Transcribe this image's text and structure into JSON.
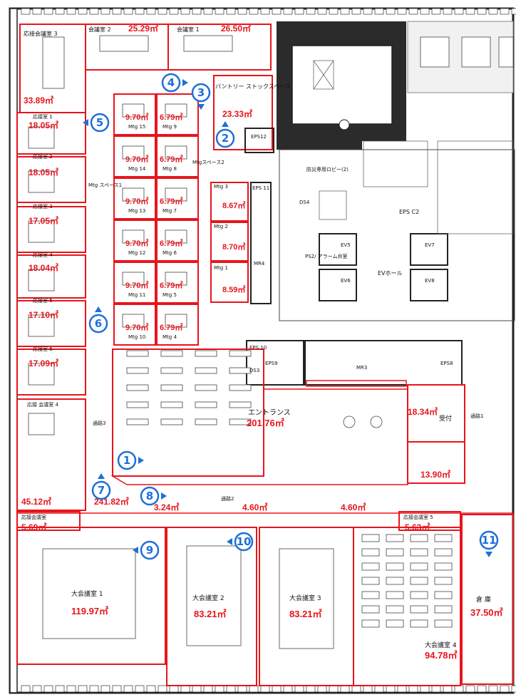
{
  "colors": {
    "area_text": "#e8141c",
    "marker": "#1e6fd9",
    "wall": "#222222",
    "core": "#2a2a2a"
  },
  "rooms": {
    "reception3": {
      "name": "応接会議室 3",
      "area": "33.89㎡"
    },
    "meeting2": {
      "name": "会議室 2",
      "area": "25.29㎡"
    },
    "meeting1": {
      "name": "会議室 1",
      "area": "26.50㎡"
    },
    "pantry": {
      "name": "パントリー ストックスペース",
      "area": "23.33㎡"
    },
    "eps12": "EPS12",
    "reception1": {
      "name": "応接室 1",
      "area": "18.05㎡"
    },
    "reception2": {
      "name": "応接室 2",
      "area": "18.05㎡"
    },
    "reception3s": {
      "name": "応接室 3",
      "area": "17.05㎡"
    },
    "reception4": {
      "name": "応接室 4",
      "area": "18.04㎡"
    },
    "reception5": {
      "name": "応接室 5",
      "area": "17.10㎡"
    },
    "reception6": {
      "name": "応接室 6",
      "area": "17.09㎡"
    },
    "reception_meeting4": {
      "name": "応接 会議室 4",
      "area": "45.12㎡"
    },
    "mtg_space1": "Mtg スペース1",
    "mtg_space2": "Mtgスペース2",
    "mtg_small": [
      {
        "name": "Mtg 15",
        "area": "9.70㎡"
      },
      {
        "name": "Mtg 9",
        "area": "6.79㎡"
      },
      {
        "name": "Mtg 14",
        "area": "9.70㎡"
      },
      {
        "name": "Mtg 8",
        "area": "6.79㎡"
      },
      {
        "name": "Mtg 13",
        "area": "9.70㎡"
      },
      {
        "name": "Mtg 7",
        "area": "6.79㎡"
      },
      {
        "name": "Mtg 12",
        "area": "9.70㎡"
      },
      {
        "name": "Mtg 6",
        "area": "6.79㎡"
      },
      {
        "name": "Mtg 11",
        "area": "9.70㎡"
      },
      {
        "name": "Mtg 5",
        "area": "6.79㎡"
      },
      {
        "name": "Mtg 10",
        "area": "9.70㎡"
      },
      {
        "name": "Mtg 4",
        "area": "6.79㎡"
      }
    ],
    "mtg3": {
      "name": "Mtg 3",
      "area": "8.67㎡"
    },
    "mtg2": {
      "name": "Mtg 2",
      "area": "8.70㎡"
    },
    "mtg1": {
      "name": "Mtg 1",
      "area": "8.59㎡"
    },
    "eps11": "EPS 11",
    "mr4": "MR4",
    "lobby": "防災専用ロビー(2)",
    "ds4": "DS4",
    "eps_c2": "EPS C2",
    "ps2": "PS2/ アラーム弁室",
    "ev5": "EV5",
    "ev6": "EV6",
    "ev7": "EV7",
    "ev8": "EV8",
    "ev_hall": "EVホール",
    "eps10": "EPS 10",
    "eps9": "EPS9",
    "ds3": "DS3",
    "mr3": "MR3",
    "eps8": "EPS8",
    "entrance": {
      "name": "エントランス",
      "area": "201.76㎡"
    },
    "aisle3": "通路3",
    "aisle1": "通路1",
    "corridor": {
      "area": "241.82㎡"
    },
    "aisle2": "通路2",
    "reception_r": {
      "area": "18.34㎡"
    },
    "reception_r_label": "受付",
    "storage_small": {
      "area": "13.90㎡"
    },
    "small_a": {
      "area": "3.24㎡"
    },
    "small_b": {
      "area": "4.60㎡"
    },
    "small_c": {
      "area": "4.60㎡"
    },
    "small_d": {
      "name": "応接会議室",
      "area": "5.69㎡"
    },
    "small_e": {
      "name": "応接会議室 5",
      "area": "5.63㎡"
    },
    "big1": {
      "name": "大会議室 1",
      "area": "119.97㎡"
    },
    "big2": {
      "name": "大会議室 2",
      "area": "83.21㎡"
    },
    "big3": {
      "name": "大会議室 3",
      "area": "83.21㎡"
    },
    "big4": {
      "name": "大会議室 4",
      "area": "94.78㎡"
    },
    "warehouse": {
      "name": "倉 庫",
      "area": "37.50㎡"
    }
  },
  "markers": [
    "1",
    "2",
    "3",
    "4",
    "5",
    "6",
    "7",
    "8",
    "9",
    "10",
    "11"
  ]
}
